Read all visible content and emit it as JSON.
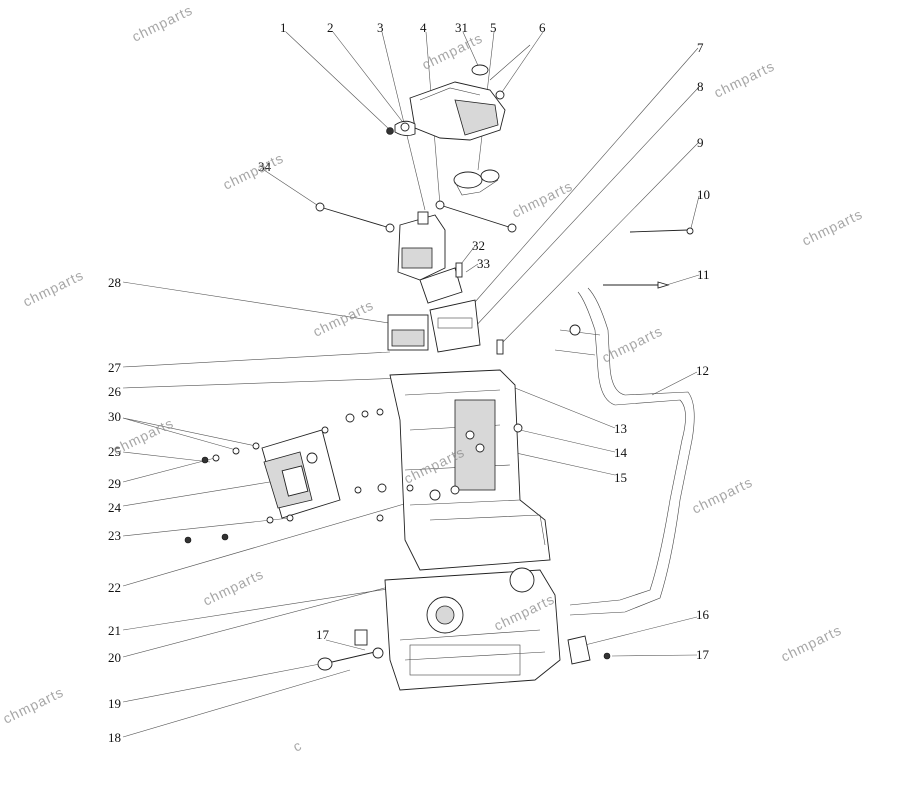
{
  "callouts": [
    "1",
    "2",
    "3",
    "4",
    "31",
    "5",
    "6",
    "7",
    "8",
    "9",
    "10",
    "11",
    "12",
    "13",
    "14",
    "15",
    "16",
    "17",
    "17",
    "18",
    "19",
    "20",
    "21",
    "22",
    "23",
    "24",
    "29",
    "25",
    "30",
    "26",
    "27",
    "28",
    "34",
    "32",
    "33"
  ],
  "watermarks": [
    "chmparts",
    "chmparts",
    "chmparts",
    "chmparts",
    "chmparts",
    "chmparts",
    "chmparts",
    "chmparts",
    "chmparts",
    "chmparts",
    "chmparts",
    "chmparts",
    "chmparts",
    "chmparts",
    "chmparts",
    "chmparts",
    "c"
  ]
}
